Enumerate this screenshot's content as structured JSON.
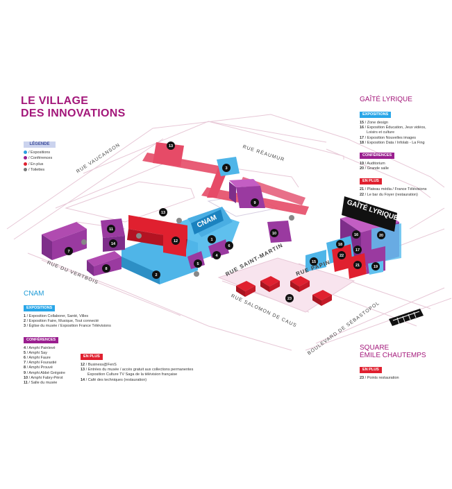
{
  "title": {
    "line1": "LE VILLAGE",
    "line2": "DES INNOVATIONS"
  },
  "legend": {
    "heading": "LÉGENDE",
    "items": [
      {
        "label": "/ Expositions",
        "color": "#2a9fe0"
      },
      {
        "label": "/ Conférences",
        "color": "#9a1f8f"
      },
      {
        "label": "/ En plus",
        "color": "#e0202f"
      },
      {
        "label": "/ Toilettes",
        "color": "#777777"
      }
    ]
  },
  "streets": {
    "vaucanson": "RUE VAUCANSON",
    "reaumur": "RUE RÉAUMUR",
    "verbois": "RUE DU VERTBOIS",
    "saint_martin": "RUE SAINT-MARTIN",
    "papin": "RUE PAPIN",
    "salomon": "RUE SALOMON DE CAUS",
    "sebastopol": "BOULEVARD DE SÉBASTOPOL"
  },
  "map_labels": {
    "cnam": "CNAM",
    "gaite": "GAÎTÉ LYRIQUE"
  },
  "cnam": {
    "title": "CNAM",
    "expositions_tag": "EXPOSITIONS",
    "expositions": [
      {
        "n": "1",
        "text": "/ Exposition Collaborer, Santé, Villes"
      },
      {
        "n": "2",
        "text": "/ Exposition Faire, Musique, Tout connecté"
      },
      {
        "n": "3",
        "text": "/ Église du musée / Exposition France Télévisions"
      }
    ],
    "conferences_tag": "CONFÉRENCES",
    "conferences": [
      {
        "n": "4",
        "text": "/ Amphi Painlevé"
      },
      {
        "n": "5",
        "text": "/ Amphi Say"
      },
      {
        "n": "6",
        "text": "/ Amphi Faure"
      },
      {
        "n": "7",
        "text": "/ Amphi Fourastié"
      },
      {
        "n": "8",
        "text": "/ Amphi Prouvé"
      },
      {
        "n": "9",
        "text": "/ Amphi Abbé Grégoire"
      },
      {
        "n": "10",
        "text": "/ Amphi Fabry-Pérot"
      },
      {
        "n": "11",
        "text": "/ Salle du musée"
      }
    ],
    "enplus_tag": "EN PLUS",
    "enplus": [
      {
        "n": "12",
        "text": "/ Business@FenS"
      },
      {
        "n": "13",
        "text": "/ Entrées du musée / accès gratuit aux collections permanentes"
      },
      {
        "n": "",
        "text": "Exposition Culture TV Saga de la télévision française"
      },
      {
        "n": "14",
        "text": "/ Café des techniques (restauration)"
      }
    ]
  },
  "gaite": {
    "title": "GAÎTÉ LYRIQUE",
    "expositions_tag": "EXPOSITIONS",
    "expositions": [
      {
        "n": "15",
        "text": "/ Zone design"
      },
      {
        "n": "16",
        "text": "/ Exposition Éducation, Jeux vidéos,"
      },
      {
        "n": "",
        "text": "Loisirs et culture"
      },
      {
        "n": "17",
        "text": "/ Exposition Nouvelles images"
      },
      {
        "n": "18",
        "text": "/ Exposition Data / Infolab - La Fing"
      }
    ],
    "conferences_tag": "CONFÉRENCES",
    "conferences": [
      {
        "n": "19",
        "text": "/ Auditorium"
      },
      {
        "n": "20",
        "text": "/ Grande salle"
      }
    ],
    "enplus_tag": "EN PLUS",
    "enplus": [
      {
        "n": "21",
        "text": "/ Plateau média / France Télévisions"
      },
      {
        "n": "22",
        "text": "/ Le bar du Foyer (restauration)"
      }
    ]
  },
  "square": {
    "title_line1": "SQUARE",
    "title_line2": "ÉMILE CHAUTEMPS",
    "enplus_tag": "EN PLUS",
    "items": [
      {
        "n": "23",
        "text": "/ Points restauration"
      }
    ]
  }
}
